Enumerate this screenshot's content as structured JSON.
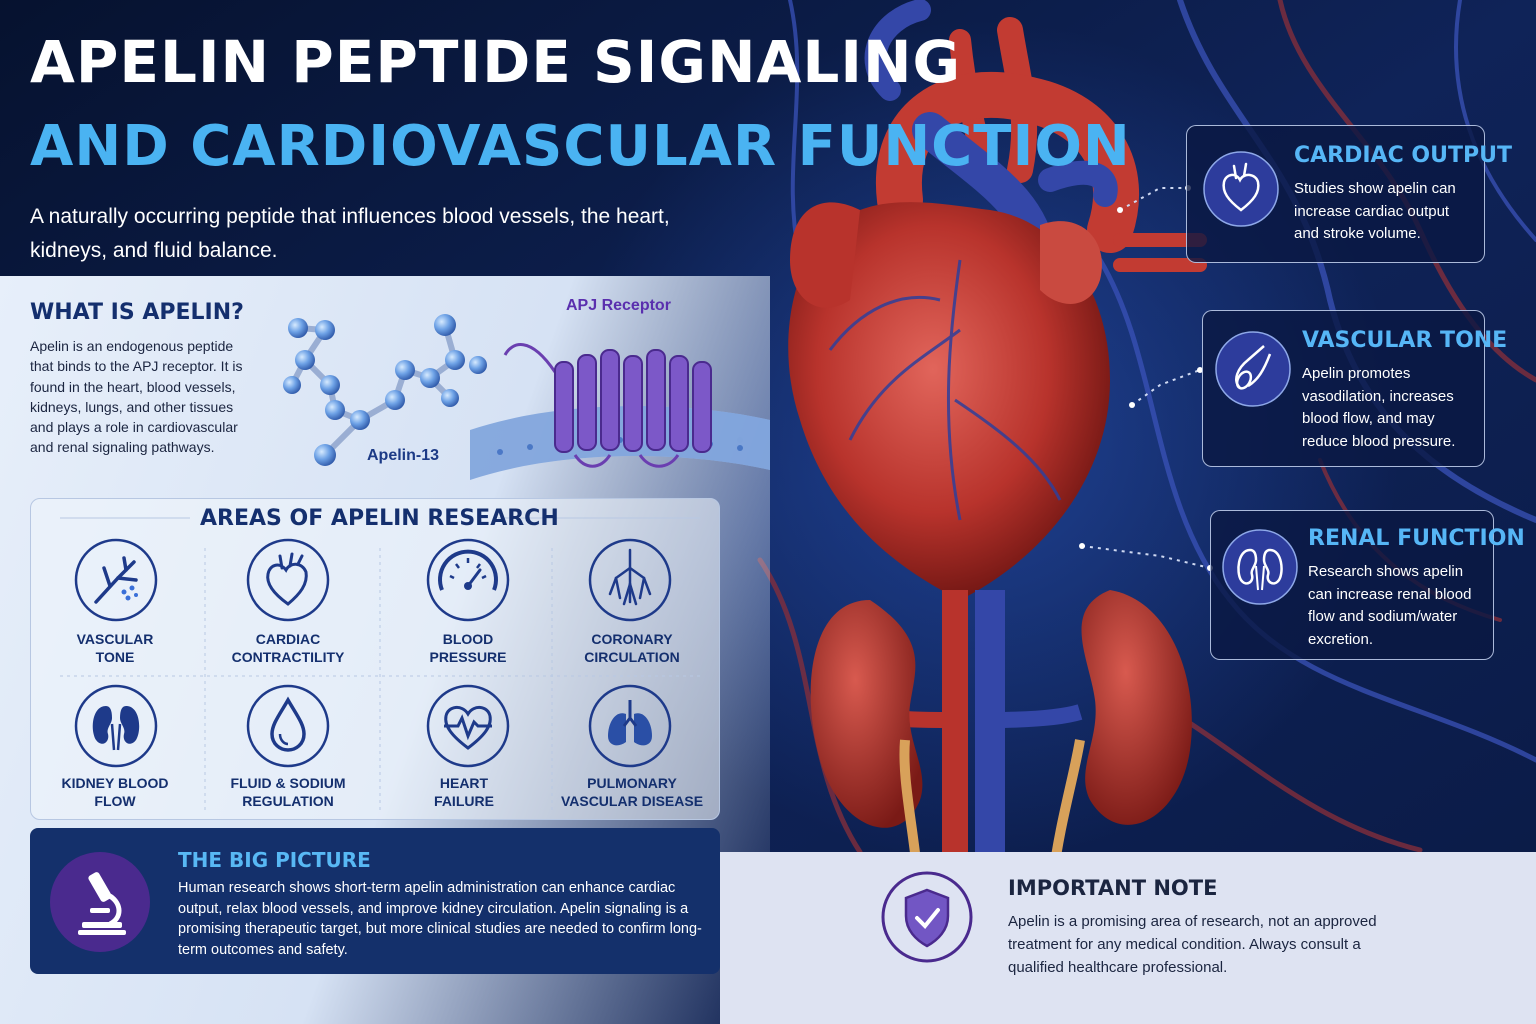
{
  "header": {
    "title_line1": "APELIN PEPTIDE SIGNALING",
    "title_line2": "AND CARDIOVASCULAR FUNCTION",
    "subtitle": "A naturally occurring peptide that influences blood vessels, the heart, kidneys, and fluid balance."
  },
  "what_is": {
    "heading": "WHAT IS APELIN?",
    "body": "Apelin is an endogenous peptide that binds to the APJ receptor. It is found in the heart, blood vessels, kidneys, lungs, and other tissues and plays a role in cardiovascular and renal signaling pathways.",
    "molecule_label": "Apelin-13",
    "receptor_label": "APJ Receptor"
  },
  "areas": {
    "heading": "AREAS OF APELIN RESEARCH",
    "items": [
      {
        "label1": "VASCULAR",
        "label2": "TONE",
        "icon": "vessel-branch-icon"
      },
      {
        "label1": "CARDIAC",
        "label2": "CONTRACTILITY",
        "icon": "heart-icon"
      },
      {
        "label1": "BLOOD",
        "label2": "PRESSURE",
        "icon": "gauge-icon"
      },
      {
        "label1": "CORONARY",
        "label2": "CIRCULATION",
        "icon": "coronary-tree-icon"
      },
      {
        "label1": "KIDNEY BLOOD",
        "label2": "FLOW",
        "icon": "kidneys-icon"
      },
      {
        "label1": "FLUID & SODIUM",
        "label2": "REGULATION",
        "icon": "droplet-icon"
      },
      {
        "label1": "HEART",
        "label2": "FAILURE",
        "icon": "heart-pulse-icon"
      },
      {
        "label1": "PULMONARY",
        "label2": "VASCULAR DISEASE",
        "icon": "lungs-icon"
      }
    ]
  },
  "big_picture": {
    "heading": "THE BIG PICTURE",
    "body": "Human research shows short-term apelin administration can enhance cardiac output, relax blood vessels, and improve kidney circulation. Apelin signaling is a promising therapeutic target, but more clinical studies are needed to confirm long-term outcomes and safety.",
    "icon": "microscope-icon"
  },
  "important_note": {
    "heading": "IMPORTANT NOTE",
    "body": "Apelin is a promising area of research, not an approved treatment for any medical condition. Always consult a qualified healthcare professional.",
    "icon": "shield-check-icon"
  },
  "callouts": [
    {
      "heading": "CARDIAC OUTPUT",
      "body": "Studies show apelin can increase cardiac output and stroke volume.",
      "icon": "heart-icon"
    },
    {
      "heading": "VASCULAR TONE",
      "body": "Apelin promotes vasodilation, increases blood flow, and may reduce blood pressure.",
      "icon": "vessel-icon"
    },
    {
      "heading": "RENAL FUNCTION",
      "body": "Research shows apelin can increase renal blood flow and sodium/water excretion.",
      "icon": "kidneys-icon"
    }
  ],
  "colors": {
    "navy": "#0a1a3f",
    "accent_blue": "#4ab3f2",
    "dark_text": "#142f6e",
    "purple": "#4a2a8e",
    "heart_red": "#c23b32",
    "vein_blue": "#3447a8"
  }
}
